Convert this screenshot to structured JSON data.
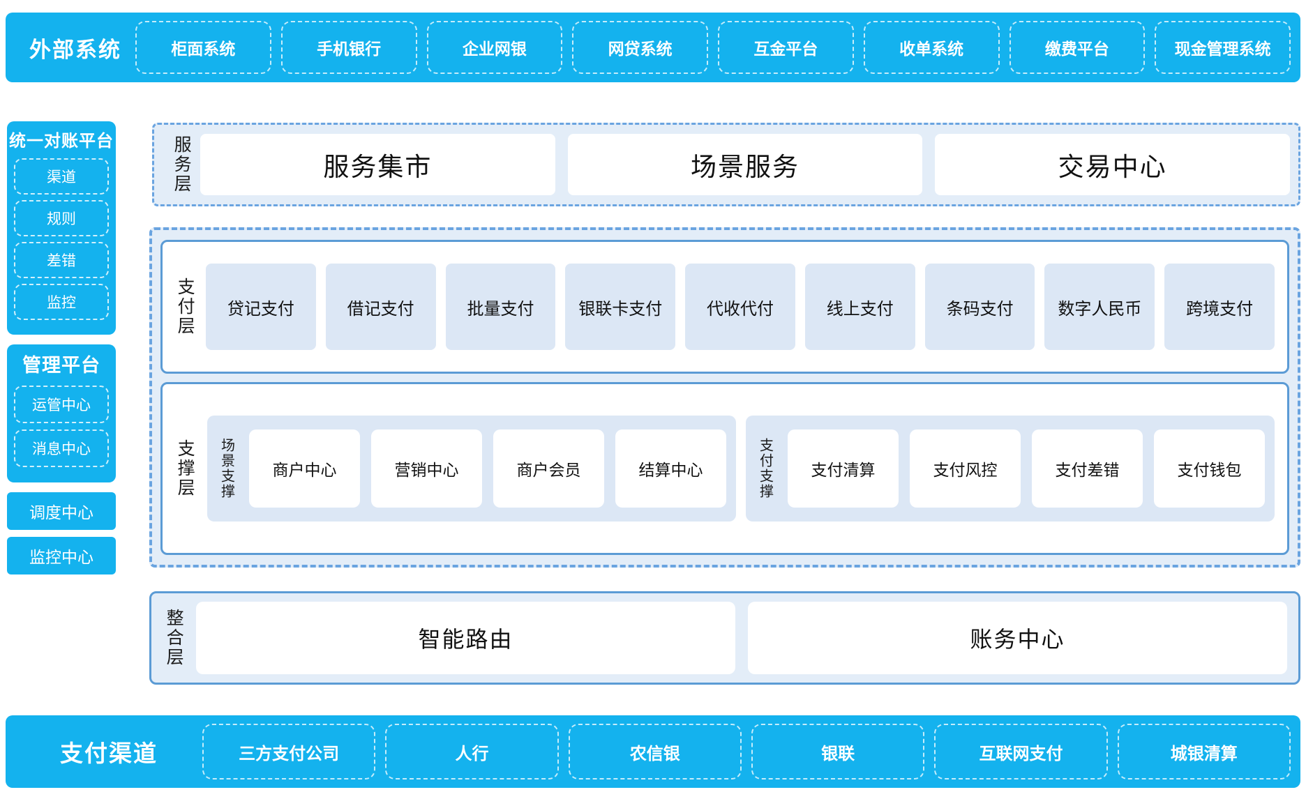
{
  "external_systems": {
    "title": "外部系统",
    "items": [
      "柜面系统",
      "手机银行",
      "企业网银",
      "网贷系统",
      "互金平台",
      "收单系统",
      "缴费平台",
      "现金管理系统"
    ]
  },
  "sidebar": {
    "reconciliation": {
      "title": "统一对账平台",
      "items": [
        "渠道",
        "规则",
        "差错",
        "监控"
      ]
    },
    "management": {
      "title": "管理平台",
      "items": [
        "运管中心",
        "消息中心"
      ]
    },
    "dispatch_center": "调度中心",
    "monitor_center": "监控中心"
  },
  "service_layer": {
    "label": "服务层",
    "items": [
      "服务集市",
      "场景服务",
      "交易中心"
    ]
  },
  "payment_layer": {
    "label": "支付层",
    "items": [
      "贷记支付",
      "借记支付",
      "批量支付",
      "银联卡支付",
      "代收代付",
      "线上支付",
      "条码支付",
      "数字人民币",
      "跨境支付"
    ]
  },
  "support_layer": {
    "label": "支撑层",
    "groups": [
      {
        "label": "场景支撑",
        "items": [
          "商户中心",
          "营销中心",
          "商户会员",
          "结算中心"
        ]
      },
      {
        "label": "支付支撑",
        "items": [
          "支付清算",
          "支付风控",
          "支付差错",
          "支付钱包"
        ]
      }
    ]
  },
  "integration_layer": {
    "label": "整合层",
    "items": [
      "智能路由",
      "账务中心"
    ]
  },
  "payment_channels": {
    "title": "支付渠道",
    "items": [
      "三方支付公司",
      "人行",
      "农信银",
      "银联",
      "互联网支付",
      "城银清算"
    ]
  },
  "colors": {
    "brand_blue": "#14b2ee",
    "panel_border": "#5b9bd5",
    "dash_border": "#6aa4e0",
    "panel_fill": "#e3edf8",
    "chip_fill": "#dce7f5"
  }
}
